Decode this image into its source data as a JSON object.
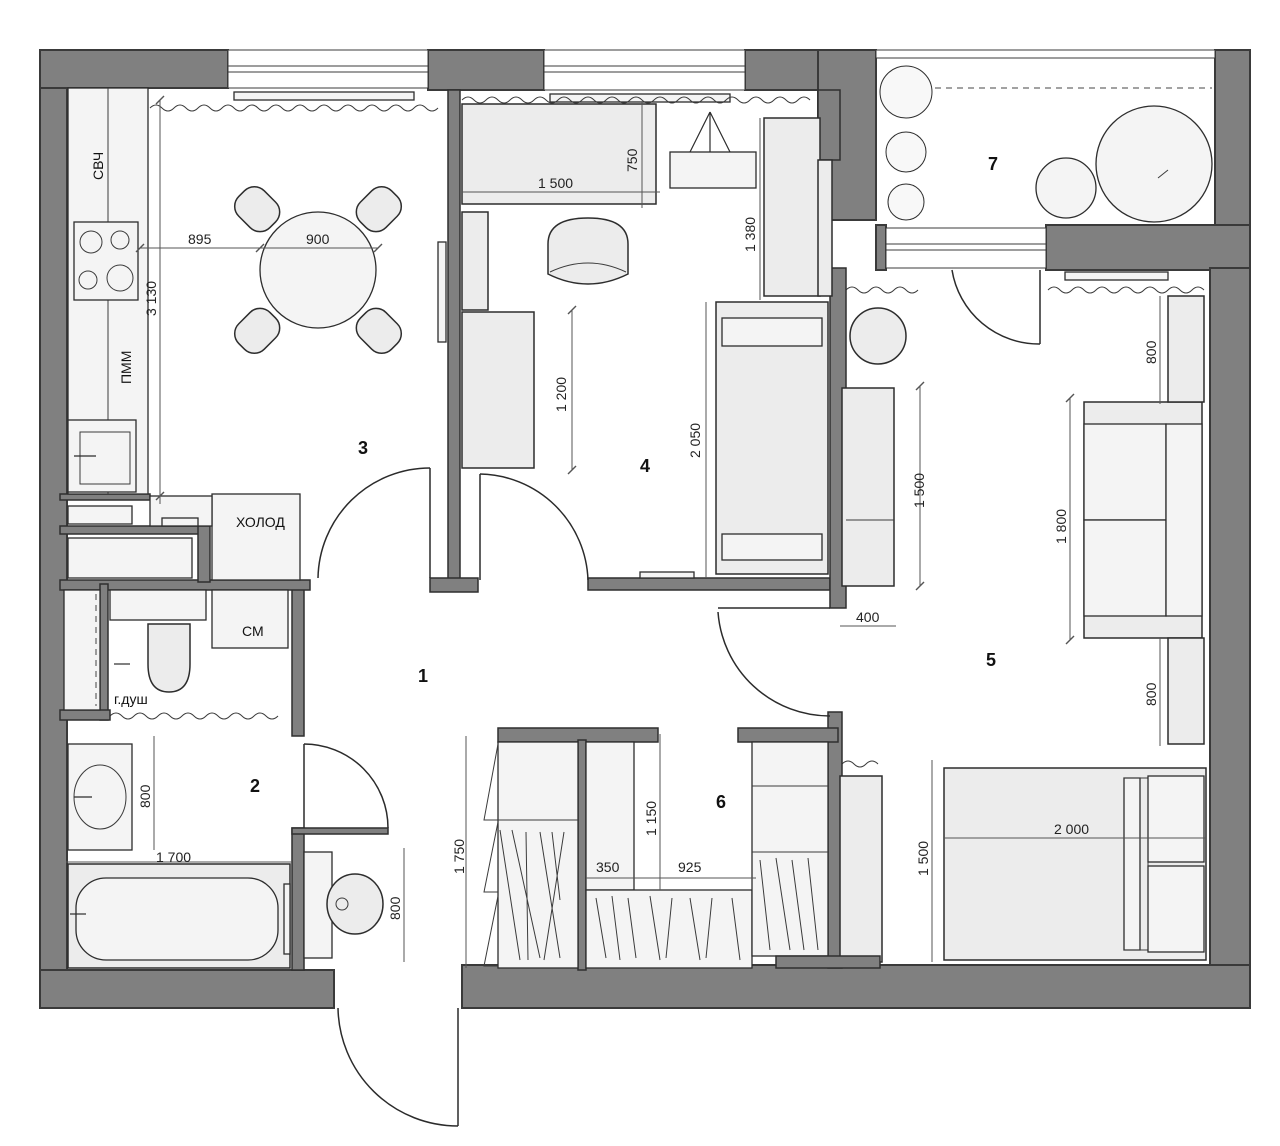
{
  "rooms": {
    "r1": "1",
    "r2": "2",
    "r3": "3",
    "r4": "4",
    "r5": "5",
    "r6": "6",
    "r7": "7"
  },
  "labels": {
    "microwave": "СВЧ",
    "dishwasher": "ПММ",
    "fridge": "ХОЛОД",
    "washer": "СМ",
    "hygienic_shower": "г.душ"
  },
  "dimensions": {
    "d_895": "895",
    "d_900": "900",
    "d_3130": "3 130",
    "d_1500_desk": "1 500",
    "d_750": "750",
    "d_1380": "1 380",
    "d_1200": "1 200",
    "d_2050": "2 050",
    "d_1500_tv": "1 500",
    "d_400": "400",
    "d_800_top": "800",
    "d_1800": "1 800",
    "d_800_mid": "800",
    "d_2000": "2 000",
    "d_1500_bed": "1 500",
    "d_800_sink": "800",
    "d_1700": "1 700",
    "d_800_wc": "800",
    "d_1750": "1 750",
    "d_1150": "1 150",
    "d_350": "350",
    "d_925": "925"
  },
  "colors": {
    "wall": "#808080",
    "furniture": "#ececec",
    "background": "#ffffff"
  }
}
